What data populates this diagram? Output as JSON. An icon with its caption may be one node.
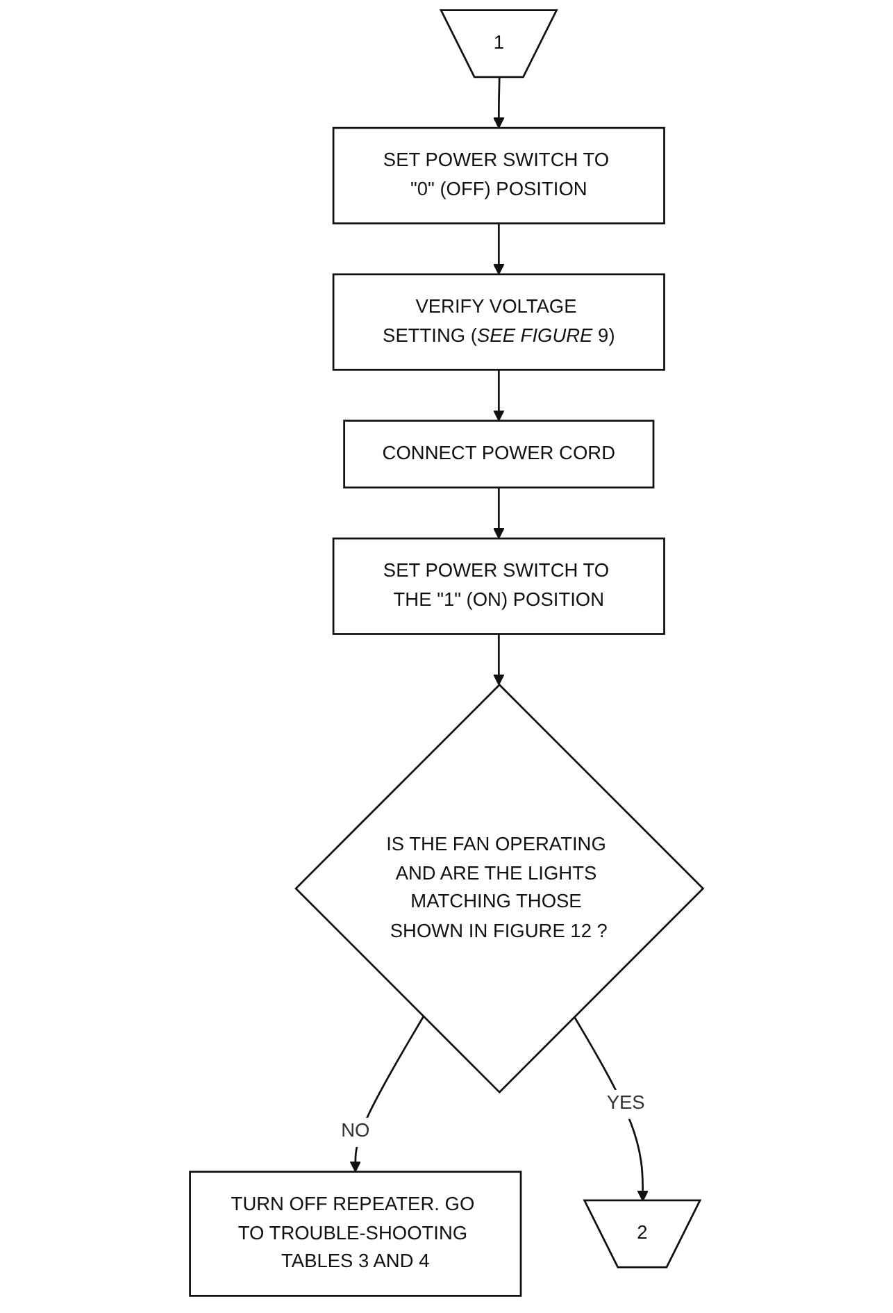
{
  "diagram": {
    "nodes": [
      {
        "text": [
          "1"
        ]
      },
      {
        "text": [
          "SET POWER SWITCH TO \"0\" (OFF) POSITION"
        ]
      },
      {
        "text": [
          "VERIFY VOLTAGE SETTING (*SEE FIGURE* 9)"
        ]
      },
      {
        "text": [
          "CONNECT POWER CORD"
        ]
      },
      {
        "text": [
          "SET POWER SWITCH TO THE \"1\" (ON) POSITION"
        ]
      },
      {
        "text": [
          "IS THE FAN OPERATING AND ARE THE LIGHTS MATCHING THOSE SHOWN IN FIGURE 12 ?"
        ]
      },
      {
        "text": [
          "TURN OFF REPEATER. GO TO TROUBLE-SHOOTING TABLES 3 AND 4"
        ]
      },
      {
        "text": [
          "2"
        ]
      }
    ],
    "edges": [
      {
        "from": 0,
        "to": 1,
        "arrow": "to"
      },
      {
        "from": 1,
        "to": 2,
        "arrow": "to"
      },
      {
        "from": 2,
        "to": 3,
        "arrow": "to"
      },
      {
        "from": 3,
        "to": 4,
        "arrow": "to"
      },
      {
        "from": 4,
        "to": 5,
        "arrow": "to"
      },
      {
        "from": 5,
        "to": 6,
        "label": "NO",
        "arrow": "to"
      },
      {
        "from": 5,
        "to": 7,
        "label": "YES",
        "arrow": "to"
      }
    ]
  }
}
